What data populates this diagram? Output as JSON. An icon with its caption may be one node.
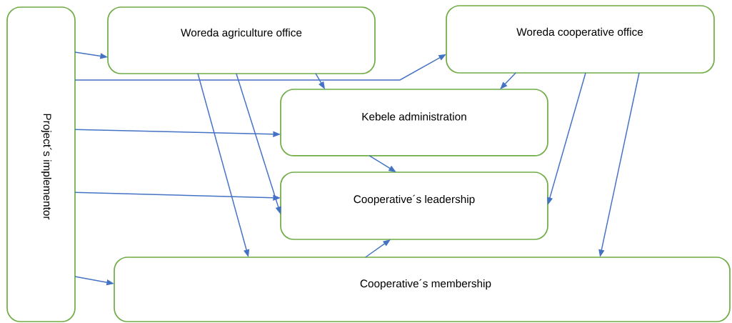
{
  "diagram": {
    "nodes": [
      {
        "text": [
          "Project´s implementor"
        ]
      },
      {
        "text": [
          "Woreda agriculture office"
        ]
      },
      {
        "text": [
          "Woreda cooperative office"
        ]
      },
      {
        "text": [
          "Kebele administration"
        ]
      },
      {
        "text": [
          "Cooperative´s leadership"
        ]
      },
      {
        "text": [
          "Cooperative´s membership"
        ]
      }
    ],
    "edges": [
      {
        "from": 0,
        "to": 1,
        "arrow": "to"
      },
      {
        "from": 0,
        "to": 2,
        "arrow": "to"
      },
      {
        "from": 0,
        "to": 3,
        "arrow": "to"
      },
      {
        "from": 0,
        "to": 4,
        "arrow": "to"
      },
      {
        "from": 0,
        "to": 5,
        "arrow": "to"
      },
      {
        "from": 1,
        "to": 3,
        "arrow": "to"
      },
      {
        "from": 1,
        "to": 5,
        "arrow": "to"
      },
      {
        "from": 1,
        "to": 4,
        "arrow": "to"
      },
      {
        "from": 2,
        "to": 3,
        "arrow": "to"
      },
      {
        "from": 2,
        "to": 4,
        "arrow": "to"
      },
      {
        "from": 2,
        "to": 5,
        "arrow": "to"
      },
      {
        "from": 3,
        "to": 4,
        "arrow": "to"
      },
      {
        "from": 5,
        "to": 4,
        "arrow": "to"
      }
    ]
  }
}
